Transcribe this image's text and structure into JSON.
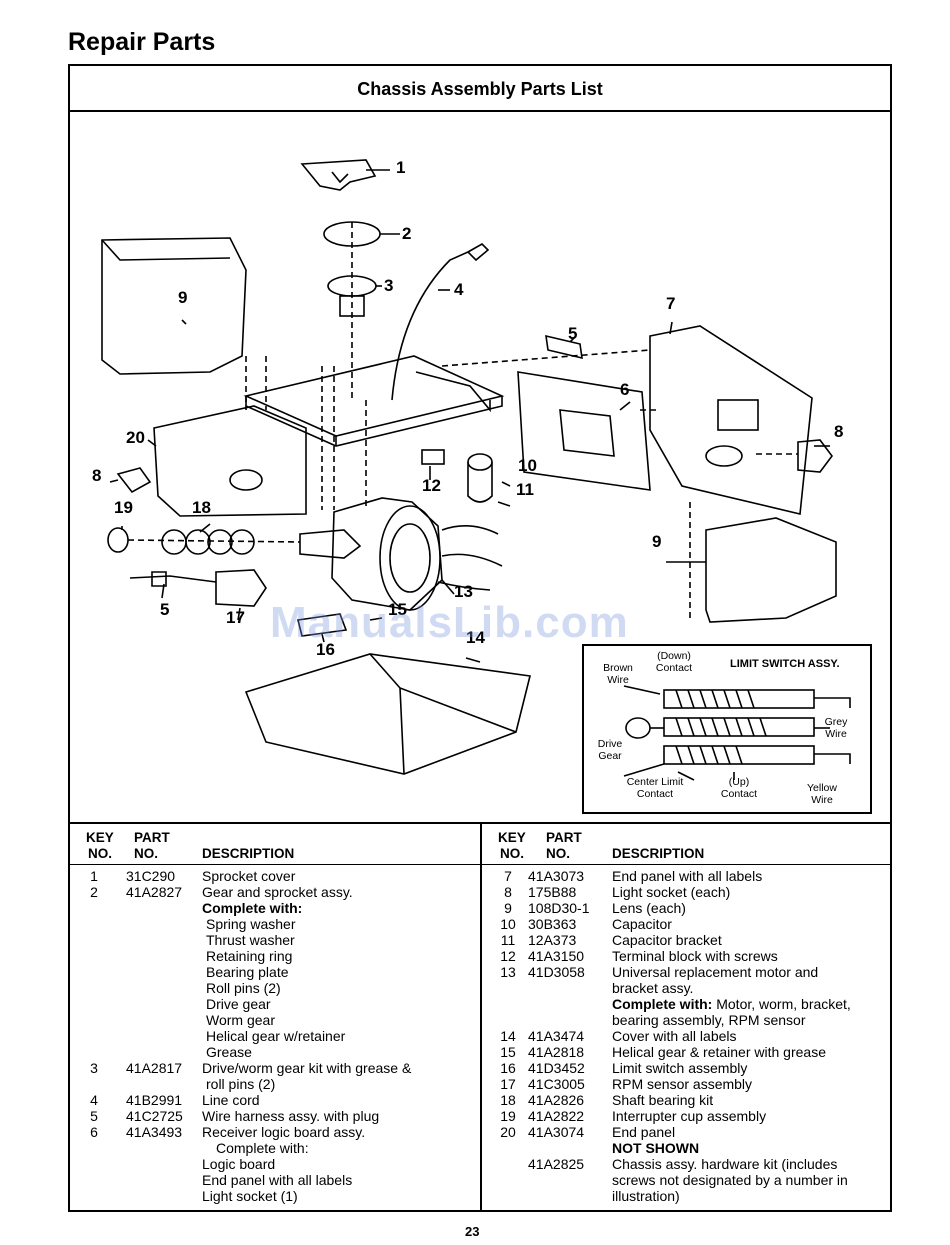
{
  "page": {
    "heading": "Repair Parts",
    "section_title": "Chassis Assembly Parts List",
    "page_number": "23",
    "watermark": "ManualsLib.com"
  },
  "diagram": {
    "callouts": [
      "1",
      "2",
      "3",
      "4",
      "5",
      "6",
      "7",
      "8",
      "9",
      "10",
      "11",
      "12",
      "13",
      "14",
      "15",
      "16",
      "17",
      "18",
      "19",
      "20",
      "9",
      "8",
      "5"
    ],
    "limit_switch": {
      "title": "LIMIT SWITCH ASSY.",
      "brown_wire": "Brown Wire",
      "down_contact": "(Down) Contact",
      "grey_wire": "Grey Wire",
      "drive_gear": "Drive Gear",
      "center_limit_contact": "Center Limit Contact",
      "up_contact": "(Up) Contact",
      "yellow_wire": "Yellow Wire"
    }
  },
  "table": {
    "headers": {
      "key": "KEY",
      "no": "NO.",
      "part": "PART",
      "part_no": "NO.",
      "description": "DESCRIPTION"
    },
    "left_rows": [
      {
        "key": "1",
        "part": "31C290",
        "desc": "Sprocket cover"
      },
      {
        "key": "2",
        "part": "41A2827",
        "desc": "Gear and sprocket assy."
      },
      {
        "key": "",
        "part": "",
        "desc": "Complete with:",
        "style": "bold"
      },
      {
        "key": "",
        "part": "",
        "desc": "Spring washer",
        "style": "indent1"
      },
      {
        "key": "",
        "part": "",
        "desc": "Thrust washer",
        "style": "indent1"
      },
      {
        "key": "",
        "part": "",
        "desc": "Retaining ring",
        "style": "indent1"
      },
      {
        "key": "",
        "part": "",
        "desc": "Bearing plate",
        "style": "indent1"
      },
      {
        "key": "",
        "part": "",
        "desc": "Roll pins (2)",
        "style": "indent1"
      },
      {
        "key": "",
        "part": "",
        "desc": "Drive gear",
        "style": "indent1"
      },
      {
        "key": "",
        "part": "",
        "desc": "Worm gear",
        "style": "indent1"
      },
      {
        "key": "",
        "part": "",
        "desc": "Helical gear w/retainer",
        "style": "indent1"
      },
      {
        "key": "",
        "part": "",
        "desc": "Grease",
        "style": "indent1"
      },
      {
        "key": "3",
        "part": "41A2817",
        "desc": "Drive/worm gear kit with grease &"
      },
      {
        "key": "",
        "part": "",
        "desc": "roll pins (2)",
        "style": "indent1"
      },
      {
        "key": "4",
        "part": "41B2991",
        "desc": "Line cord"
      },
      {
        "key": "5",
        "part": "41C2725",
        "desc": "Wire harness assy. with plug"
      },
      {
        "key": "6",
        "part": "41A3493",
        "desc": "Receiver logic board assy."
      },
      {
        "key": "",
        "part": "",
        "desc": "Complete with:",
        "style": "indent2"
      },
      {
        "key": "",
        "part": "",
        "desc": "Logic board"
      },
      {
        "key": "",
        "part": "",
        "desc": "End panel with all labels"
      },
      {
        "key": "",
        "part": "",
        "desc": "Light socket (1)"
      }
    ],
    "right_rows": [
      {
        "key": "7",
        "part": "41A3073",
        "desc": "End panel with all labels"
      },
      {
        "key": "8",
        "part": "175B88",
        "desc": "Light socket (each)"
      },
      {
        "key": "9",
        "part": "108D30-1",
        "desc": "Lens (each)"
      },
      {
        "key": "10",
        "part": "30B363",
        "desc": "Capacitor"
      },
      {
        "key": "11",
        "part": "12A373",
        "desc": "Capacitor bracket"
      },
      {
        "key": "12",
        "part": "41A3150",
        "desc": "Terminal block with screws"
      },
      {
        "key": "13",
        "part": "41D3058",
        "desc": "Universal replacement motor and"
      },
      {
        "key": "",
        "part": "",
        "desc": "bracket assy."
      },
      {
        "key": "",
        "part": "",
        "desc_bold": "Complete with:",
        "desc": " Motor, worm, bracket,"
      },
      {
        "key": "",
        "part": "",
        "desc": "bearing assembly, RPM sensor"
      },
      {
        "key": "14",
        "part": "41A3474",
        "desc": "Cover with all labels"
      },
      {
        "key": "15",
        "part": "41A2818",
        "desc": "Helical gear & retainer with grease"
      },
      {
        "key": "16",
        "part": "41D3452",
        "desc": "Limit switch assembly"
      },
      {
        "key": "17",
        "part": "41C3005",
        "desc": "RPM sensor assembly"
      },
      {
        "key": "18",
        "part": "41A2826",
        "desc": "Shaft bearing kit"
      },
      {
        "key": "19",
        "part": "41A2822",
        "desc": "Interrupter cup assembly"
      },
      {
        "key": "20",
        "part": "41A3074",
        "desc": "End panel"
      },
      {
        "key": "",
        "part": "",
        "desc": "NOT SHOWN",
        "style": "bold"
      },
      {
        "key": "",
        "part": "41A2825",
        "desc": "Chassis assy. hardware kit (includes"
      },
      {
        "key": "",
        "part": "",
        "desc": "screws not designated by a number in"
      },
      {
        "key": "",
        "part": "",
        "desc": "illustration)"
      }
    ]
  }
}
